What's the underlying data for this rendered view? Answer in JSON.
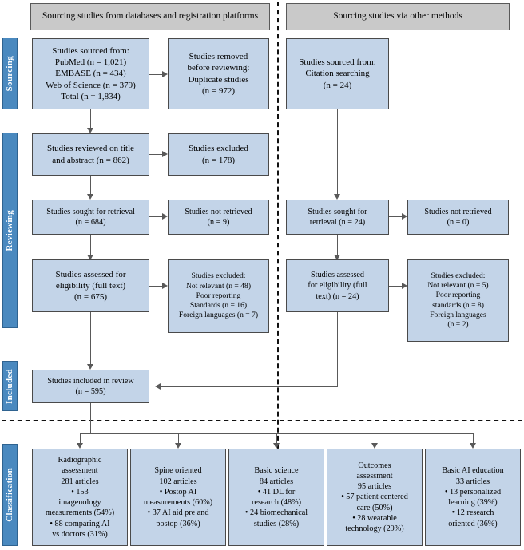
{
  "diagram": {
    "title": "PRISMA study selection flow diagram",
    "colors": {
      "phase_bar": "#4a89bf",
      "header_box": "#c9c9c9",
      "content_box": "#c3d4e8",
      "border": "#4a4a4a",
      "connector": "#595959"
    }
  },
  "phases": [
    {
      "id": "sourcing",
      "label": "Sourcing"
    },
    {
      "id": "reviewing",
      "label": "Reviewing"
    },
    {
      "id": "included",
      "label": "Included"
    },
    {
      "id": "classification",
      "label": "Classification"
    }
  ],
  "headers": {
    "left": "Sourcing studies from databases and registration platforms",
    "right": "Sourcing studies via other methods"
  },
  "left_column": {
    "sourced": [
      "Studies sourced from:",
      "PubMed (n = 1,021)",
      "EMBASE (n = 434)",
      "Web of Science (n = 379)",
      "Total (n = 1,834)"
    ],
    "removed": [
      "Studies removed",
      "before reviewing:",
      "Duplicate studies",
      "(n = 972)"
    ],
    "reviewed": [
      "Studies reviewed on title",
      "and abstract (n = 862)"
    ],
    "reviewed_excluded": [
      "Studies excluded",
      "(n = 178)"
    ],
    "sought": [
      "Studies sought for retrieval",
      "(n = 684)"
    ],
    "not_retrieved": [
      "Studies not retrieved",
      "(n = 9)"
    ],
    "assessed": [
      "Studies assessed for",
      "eligibility (full text)",
      "(n = 675)"
    ],
    "assessed_excluded": [
      "Studies excluded:",
      "Not relevant (n = 48)",
      "Poor reporting",
      "Standards (n = 16)",
      "Foreign languages (n = 7)"
    ]
  },
  "right_column": {
    "sourced": [
      "Studies sourced from:",
      "Citation searching",
      "(n = 24)"
    ],
    "sought": [
      "Studies sought for",
      "retrieval (n = 24)"
    ],
    "not_retrieved": [
      "Studies not retrieved",
      "(n = 0)"
    ],
    "assessed": [
      "Studies assessed",
      "for eligibility (full",
      "text) (n = 24)"
    ],
    "assessed_excluded": [
      "Studies excluded:",
      "Not relevant (n = 5)",
      "Poor reporting",
      "standards (n = 8)",
      "Foreign languages",
      "(n = 2)"
    ]
  },
  "included": {
    "box": [
      "Studies included in review",
      "(n = 595)"
    ]
  },
  "classification": [
    {
      "id": "radiographic-assessment",
      "lines": [
        "Radiographic",
        "assessment",
        "281 articles",
        "• 153",
        "imagenology",
        "measurements (54%)",
        "• 88 comparing AI",
        "vs doctors (31%)"
      ]
    },
    {
      "id": "spine-oriented",
      "lines": [
        "Spine oriented",
        "102 articles",
        "• Postop AI",
        "measurements (60%)",
        "• 37 AI aid pre and",
        "postop (36%)"
      ]
    },
    {
      "id": "basic-science",
      "lines": [
        "Basic science",
        "84 articles",
        "• 41 DL for",
        "research (48%)",
        "• 24 biomechanical",
        "studies (28%)"
      ]
    },
    {
      "id": "outcomes-assessment",
      "lines": [
        "Outcomes",
        "assessment",
        "95 articles",
        "• 57 patient centered",
        "care (50%)",
        "• 28 wearable",
        "technology (29%)"
      ]
    },
    {
      "id": "basic-ai-education",
      "lines": [
        "Basic AI education",
        "33 articles",
        "• 13 personalized",
        "learning (39%)",
        "• 12 research",
        "oriented (36%)"
      ]
    }
  ]
}
